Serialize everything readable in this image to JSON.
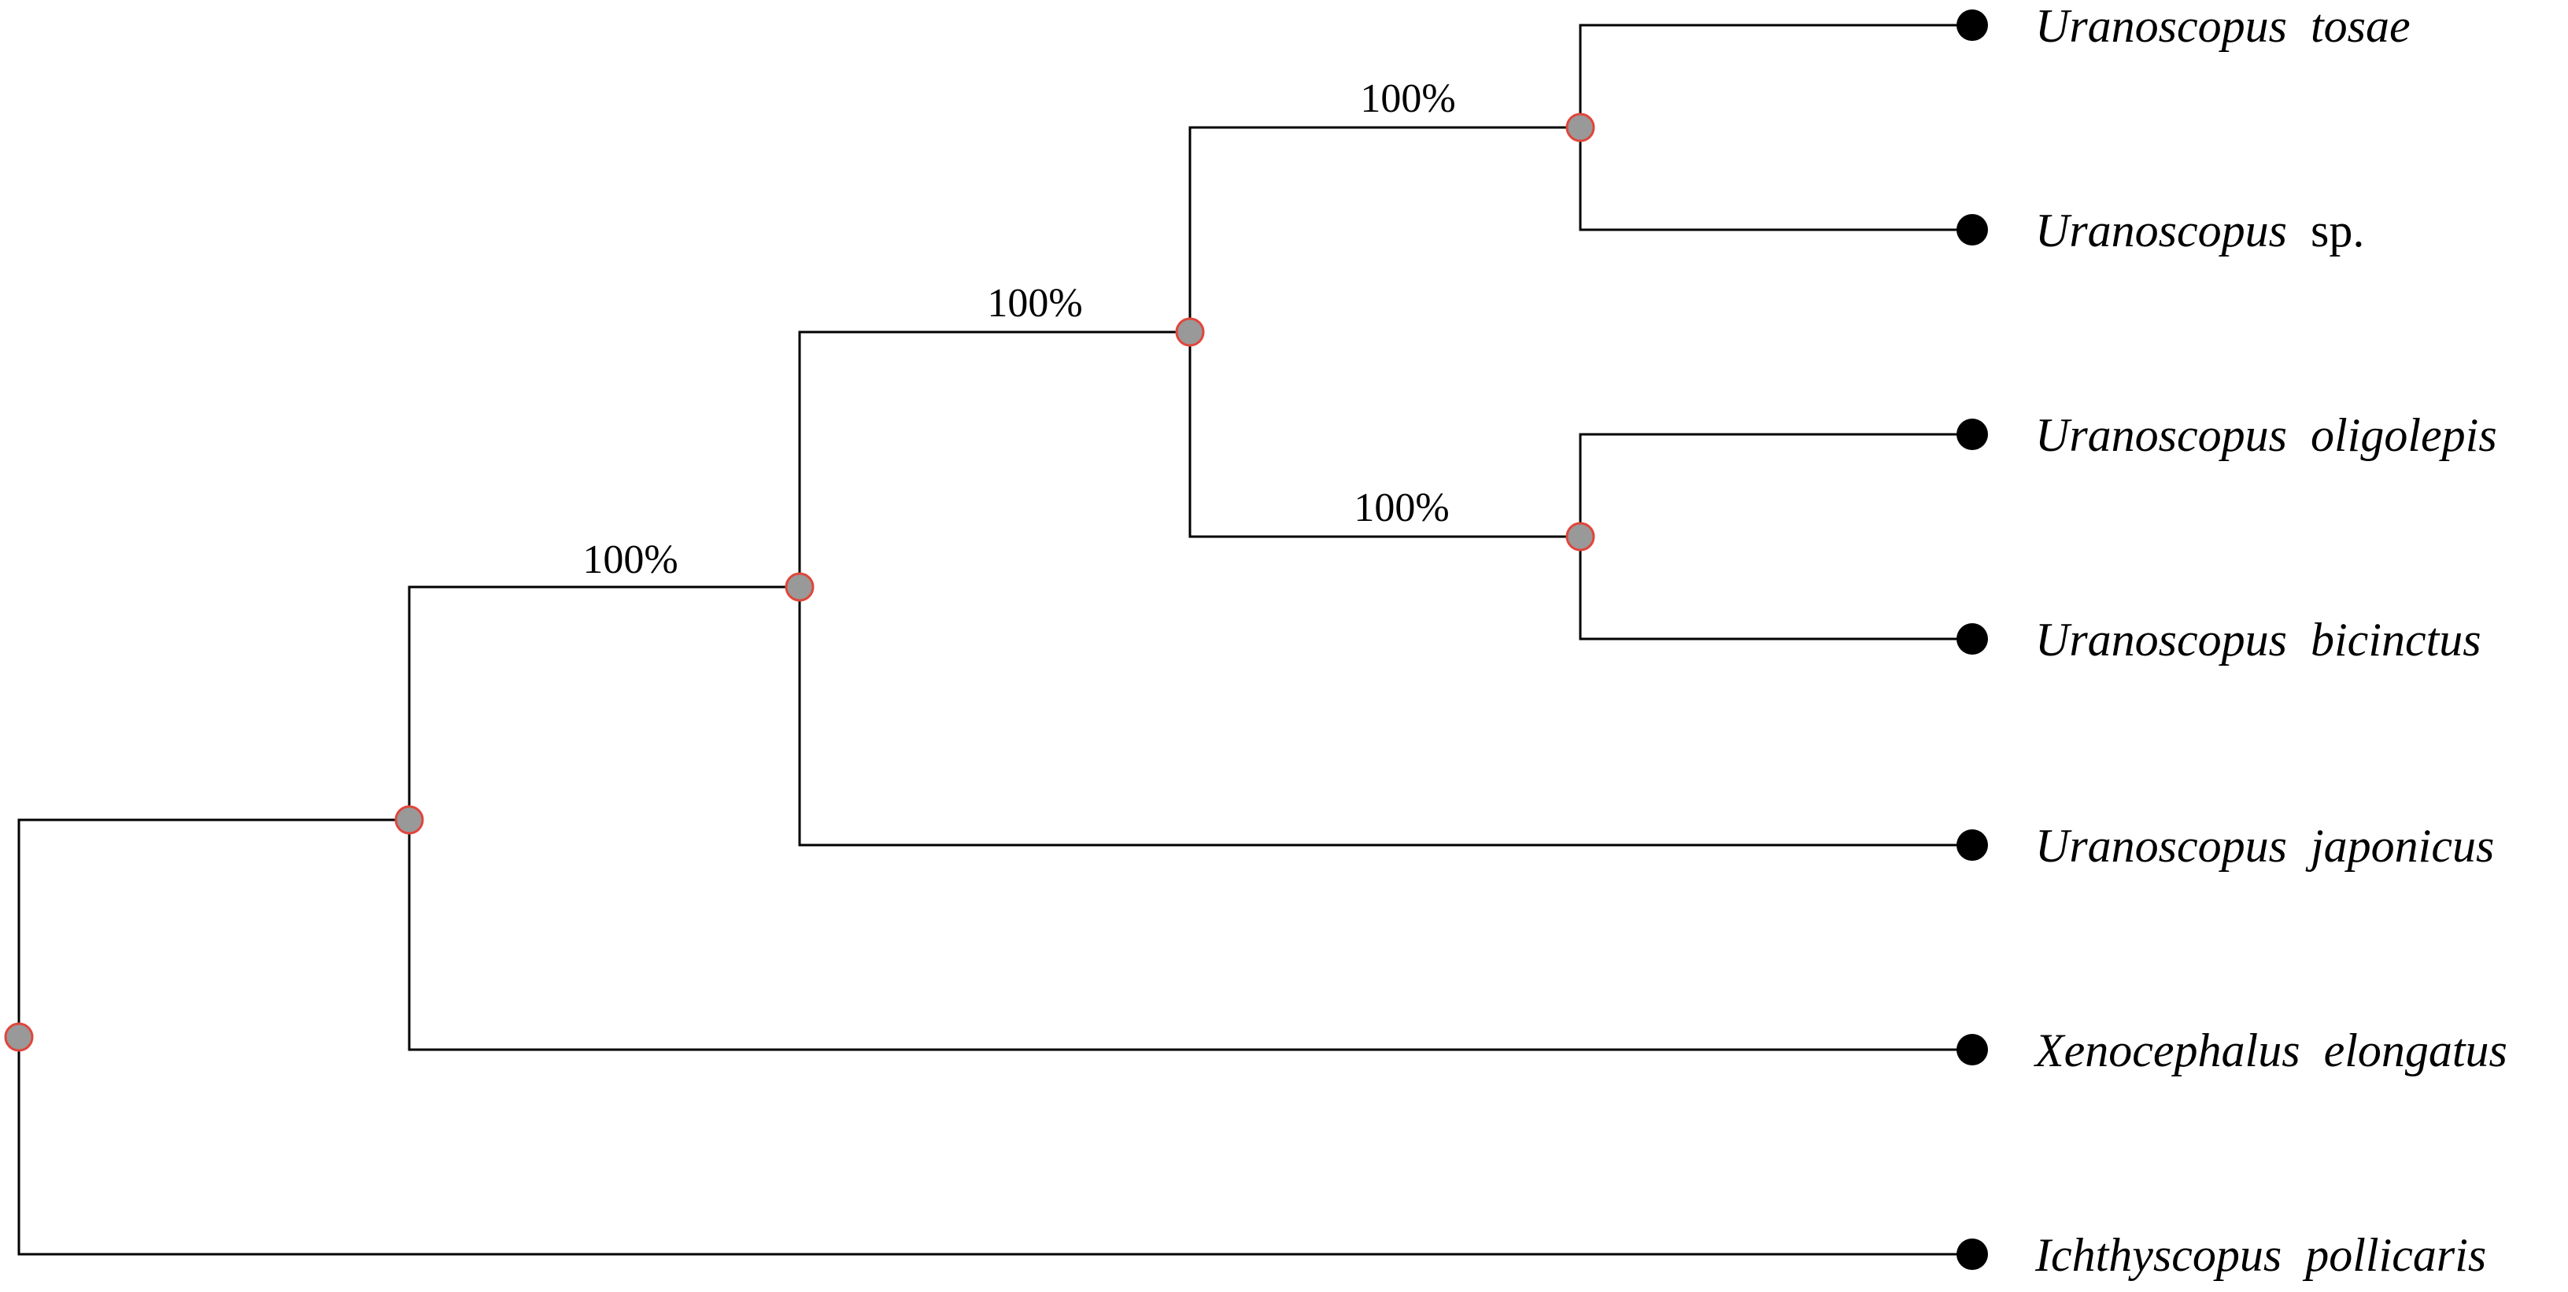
{
  "taxa": [
    {
      "genus": "Uranoscopus",
      "epithet": "tosae",
      "qualifier": ""
    },
    {
      "genus": "Uranoscopus",
      "epithet": "",
      "qualifier": "sp."
    },
    {
      "genus": "Uranoscopus",
      "epithet": "oligolepis",
      "qualifier": ""
    },
    {
      "genus": "Uranoscopus",
      "epithet": "bicinctus",
      "qualifier": ""
    },
    {
      "genus": "Uranoscopus",
      "epithet": "japonicus",
      "qualifier": ""
    },
    {
      "genus": "Xenocephalus",
      "epithet": "elongatus",
      "qualifier": ""
    },
    {
      "genus": "Ichthyscopus",
      "epithet": "pollicaris",
      "qualifier": ""
    }
  ],
  "support_values": {
    "uranoscopus_core": "100%",
    "uranoscopus_ingroup": "100%",
    "clade_tosae_sp": "100%",
    "clade_oligolepis_bicinctus": "100%"
  },
  "colors": {
    "branch": "#000000",
    "tip": "#000000",
    "node_fill": "#999999",
    "node_stroke": "#e0463b"
  }
}
